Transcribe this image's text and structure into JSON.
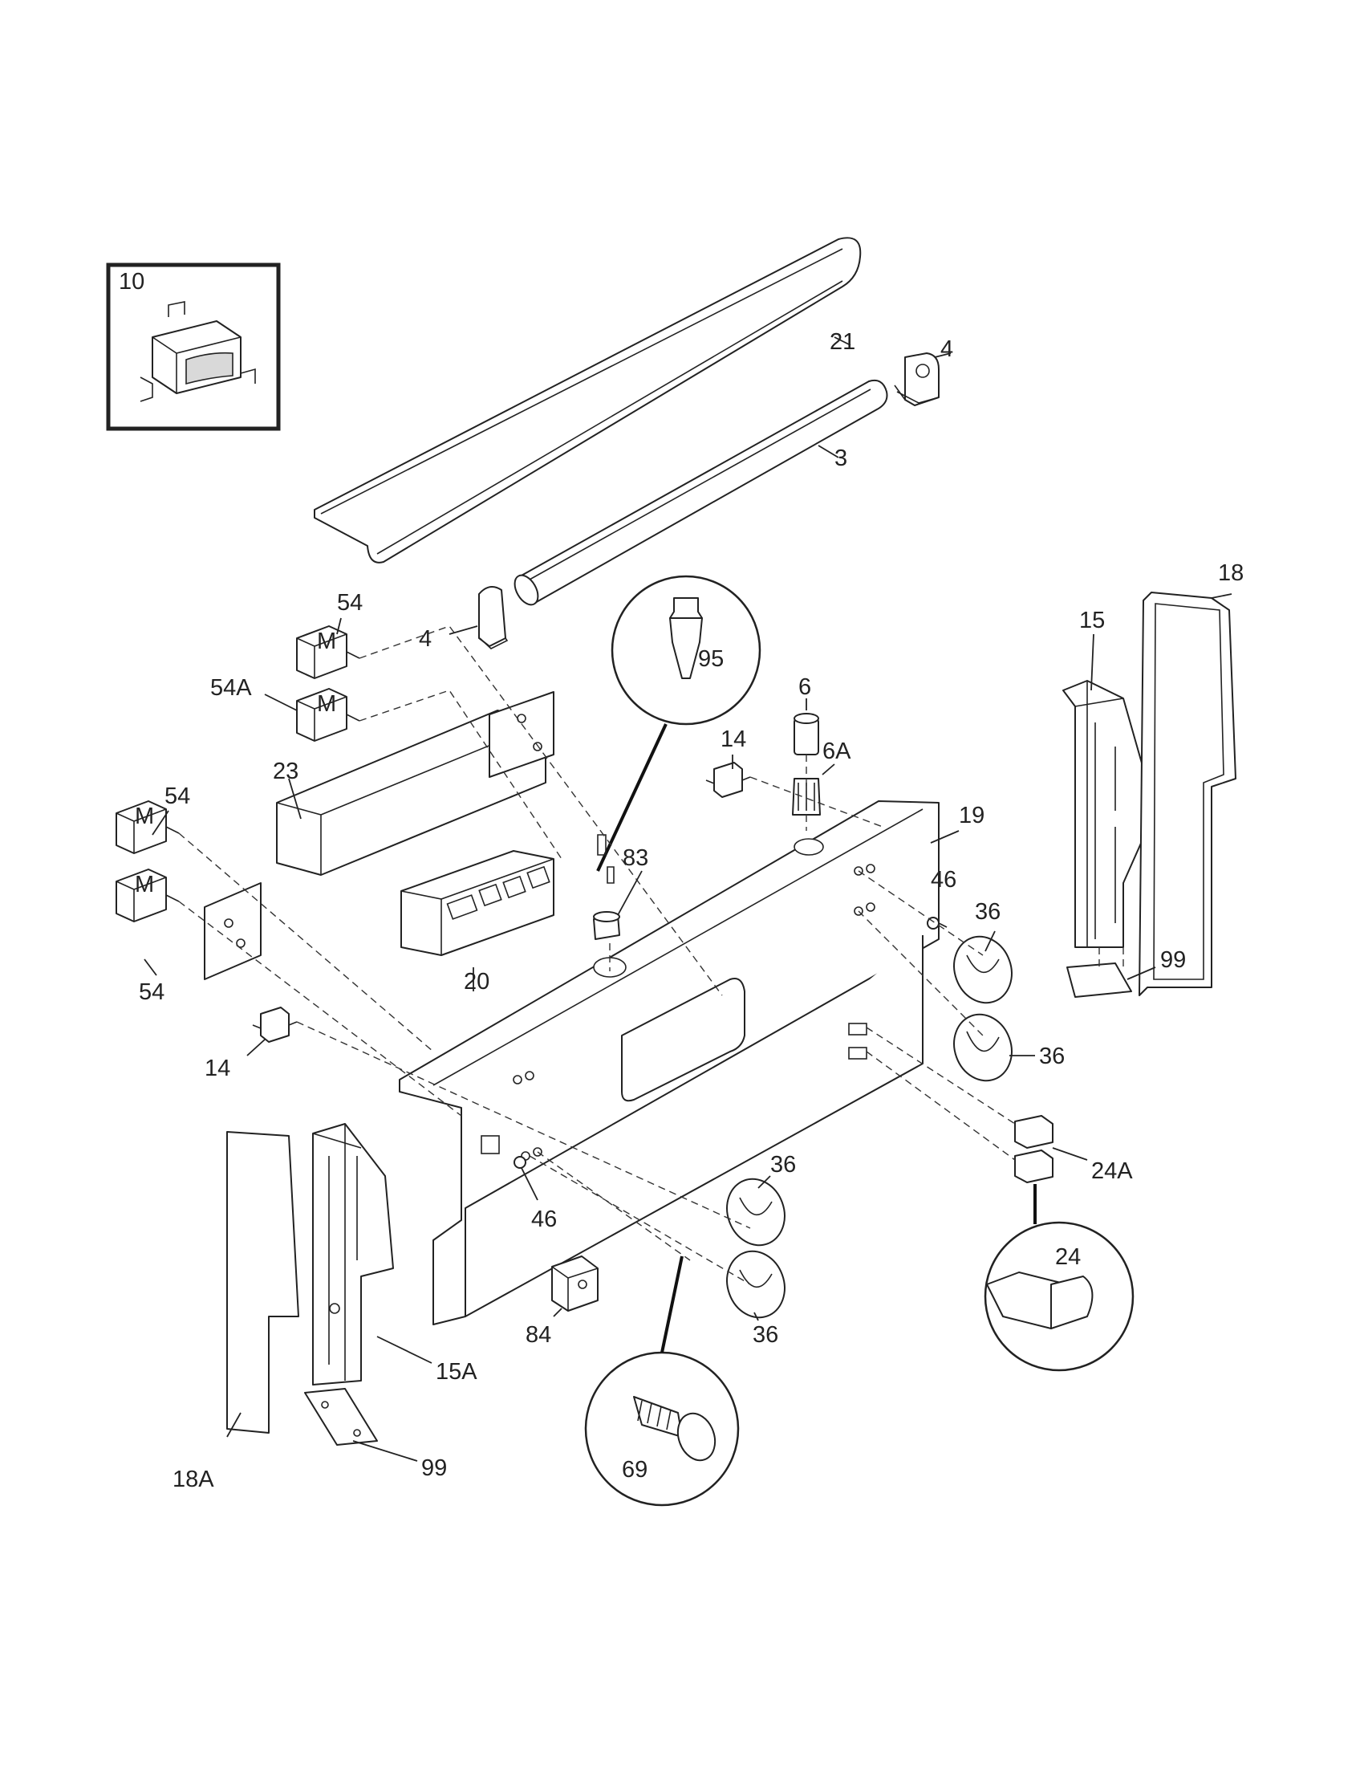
{
  "labels": {
    "p10": "10",
    "p21": "21",
    "p4_top": "4",
    "p3": "3",
    "p4_mid": "4",
    "p54_a": "54",
    "p54A": "54A",
    "p23": "23",
    "p54_b": "54",
    "p54_c": "54",
    "p95": "95",
    "p14_a": "14",
    "p6": "6",
    "p6A": "6A",
    "p83": "83",
    "p19": "19",
    "p46_a": "46",
    "p36_a": "36",
    "p20": "20",
    "p15": "15",
    "p18": "18",
    "p99_a": "99",
    "p36_b": "36",
    "p14_b": "14",
    "p36_c": "36",
    "p24A": "24A",
    "p46_b": "46",
    "p36_d": "36",
    "p24": "24",
    "p84": "84",
    "p15A": "15A",
    "p18A": "18A",
    "p99_b": "99",
    "p69": "69"
  }
}
